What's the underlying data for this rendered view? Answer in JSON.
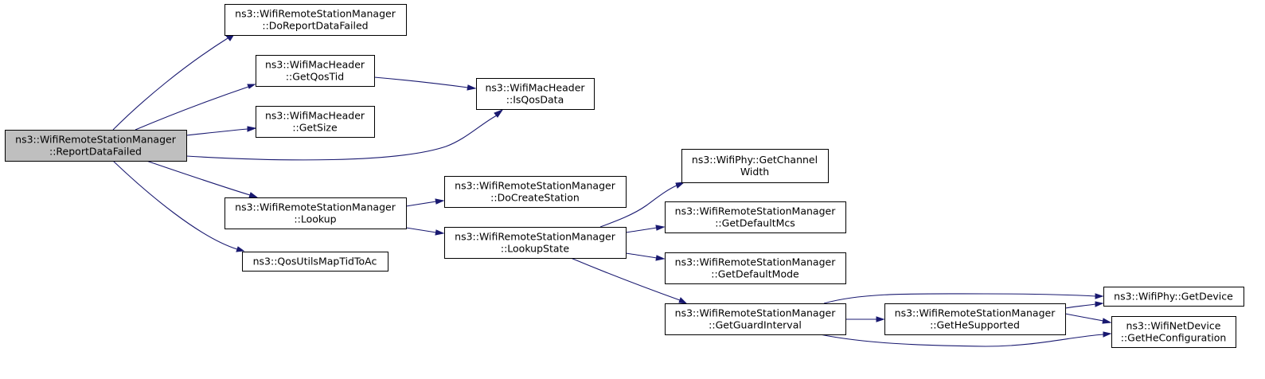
{
  "diagram": {
    "colors": {
      "edge": "#191970",
      "root_fill": "#bfbfbf",
      "node_fill": "#ffffff",
      "border": "#000000"
    },
    "nodes": [
      {
        "id": "ReportDataFailed",
        "lines": [
          "ns3::WifiRemoteStationManager",
          "::ReportDataFailed"
        ],
        "root": true
      },
      {
        "id": "DoReportDataFailed",
        "lines": [
          "ns3::WifiRemoteStationManager",
          "::DoReportDataFailed"
        ]
      },
      {
        "id": "GetQosTid",
        "lines": [
          "ns3::WifiMacHeader",
          "::GetQosTid"
        ]
      },
      {
        "id": "IsQosData",
        "lines": [
          "ns3::WifiMacHeader",
          "::IsQosData"
        ]
      },
      {
        "id": "GetSize",
        "lines": [
          "ns3::WifiMacHeader",
          "::GetSize"
        ]
      },
      {
        "id": "Lookup",
        "lines": [
          "ns3::WifiRemoteStationManager",
          "::Lookup"
        ]
      },
      {
        "id": "QosUtilsMapTidToAc",
        "lines": [
          "ns3::QosUtilsMapTidToAc"
        ]
      },
      {
        "id": "DoCreateStation",
        "lines": [
          "ns3::WifiRemoteStationManager",
          "::DoCreateStation"
        ]
      },
      {
        "id": "LookupState",
        "lines": [
          "ns3::WifiRemoteStationManager",
          "::LookupState"
        ]
      },
      {
        "id": "GetChannelWidth",
        "lines": [
          "ns3::WifiPhy::GetChannel",
          "Width"
        ]
      },
      {
        "id": "GetDefaultMcs",
        "lines": [
          "ns3::WifiRemoteStationManager",
          "::GetDefaultMcs"
        ]
      },
      {
        "id": "GetDefaultMode",
        "lines": [
          "ns3::WifiRemoteStationManager",
          "::GetDefaultMode"
        ]
      },
      {
        "id": "GetGuardInterval",
        "lines": [
          "ns3::WifiRemoteStationManager",
          "::GetGuardInterval"
        ]
      },
      {
        "id": "GetHeSupported",
        "lines": [
          "ns3::WifiRemoteStationManager",
          "::GetHeSupported"
        ]
      },
      {
        "id": "GetDevice",
        "lines": [
          "ns3::WifiPhy::GetDevice"
        ]
      },
      {
        "id": "GetHeConfiguration",
        "lines": [
          "ns3::WifiNetDevice",
          "::GetHeConfiguration"
        ]
      }
    ],
    "edges": [
      {
        "from": "ReportDataFailed",
        "to": "DoReportDataFailed"
      },
      {
        "from": "ReportDataFailed",
        "to": "GetQosTid"
      },
      {
        "from": "ReportDataFailed",
        "to": "GetSize"
      },
      {
        "from": "ReportDataFailed",
        "to": "IsQosData"
      },
      {
        "from": "ReportDataFailed",
        "to": "Lookup"
      },
      {
        "from": "ReportDataFailed",
        "to": "QosUtilsMapTidToAc"
      },
      {
        "from": "GetQosTid",
        "to": "IsQosData"
      },
      {
        "from": "Lookup",
        "to": "DoCreateStation"
      },
      {
        "from": "Lookup",
        "to": "LookupState"
      },
      {
        "from": "LookupState",
        "to": "GetChannelWidth"
      },
      {
        "from": "LookupState",
        "to": "GetDefaultMcs"
      },
      {
        "from": "LookupState",
        "to": "GetDefaultMode"
      },
      {
        "from": "LookupState",
        "to": "GetGuardInterval"
      },
      {
        "from": "GetGuardInterval",
        "to": "GetDevice"
      },
      {
        "from": "GetGuardInterval",
        "to": "GetHeSupported"
      },
      {
        "from": "GetGuardInterval",
        "to": "GetHeConfiguration"
      },
      {
        "from": "GetHeSupported",
        "to": "GetDevice"
      },
      {
        "from": "GetHeSupported",
        "to": "GetHeConfiguration"
      }
    ]
  }
}
